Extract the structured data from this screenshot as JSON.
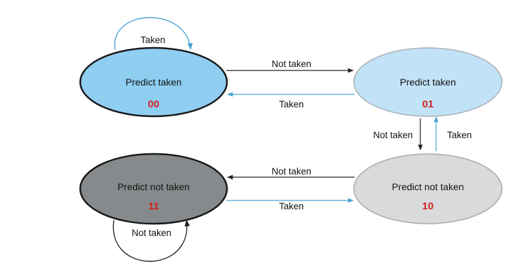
{
  "states": {
    "s00": {
      "label": "Predict taken",
      "code": "00",
      "fill": "#8fcdf1"
    },
    "s01": {
      "label": "Predict taken",
      "code": "01",
      "fill": "#c2e2f7"
    },
    "s11": {
      "label": "Predict not taken",
      "code": "11",
      "fill": "#878a8c"
    },
    "s10": {
      "label": "Predict not taken",
      "code": "10",
      "fill": "#d8dadc"
    }
  },
  "edges": {
    "loop_00": "Taken",
    "s00_to_s01": "Not taken",
    "s01_to_s00": "Taken",
    "s01_to_s10": "Not taken",
    "s10_to_s01": "Taken",
    "s10_to_s11": "Not taken",
    "s11_to_s10": "Taken",
    "loop_11": "Not taken"
  },
  "colors": {
    "taken_arrow": "#4aa3d3",
    "not_taken_arrow": "#222222",
    "code_text": "#d22222"
  }
}
